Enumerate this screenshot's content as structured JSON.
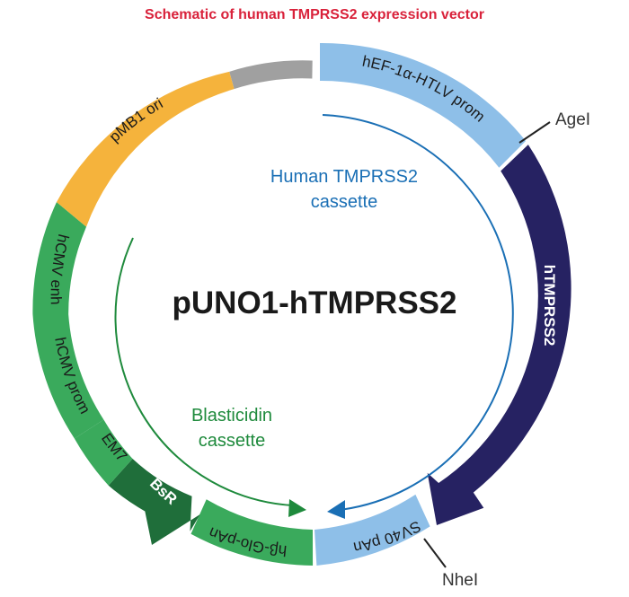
{
  "title": "Schematic of human TMPRSS2 expression vector",
  "plasmid_name": "pUNO1-hTMPRSS2",
  "segments": {
    "promoter_htlv": "hEF-1α-HTLV prom",
    "gene": "hTMPRSS2",
    "sv40": "SV40 pAn",
    "hbeta": "hβ-Glo-pAn",
    "bsr": "BsR",
    "em7": "EM7",
    "cmv_prom": "hCMV prom",
    "cmv_enh": "hCMV enh",
    "ori": "pMB1 ori"
  },
  "sites": {
    "agei": "AgeI",
    "nhei": "NheI"
  },
  "cassettes": {
    "human": [
      "Human TMPRSS2",
      "cassette"
    ],
    "blasticidin": [
      "Blasticidin",
      "cassette"
    ]
  },
  "colors": {
    "title": "#d9223b",
    "light_blue": "#8ebfe8",
    "navy": "#262262",
    "green": "#3aaa5c",
    "dark_green": "#1f6e3a",
    "orange": "#f5b33c",
    "gray": "#a0a0a0",
    "human_cassette": "#1a6fb5",
    "blasticidin_cassette": "#1e8a3c"
  }
}
